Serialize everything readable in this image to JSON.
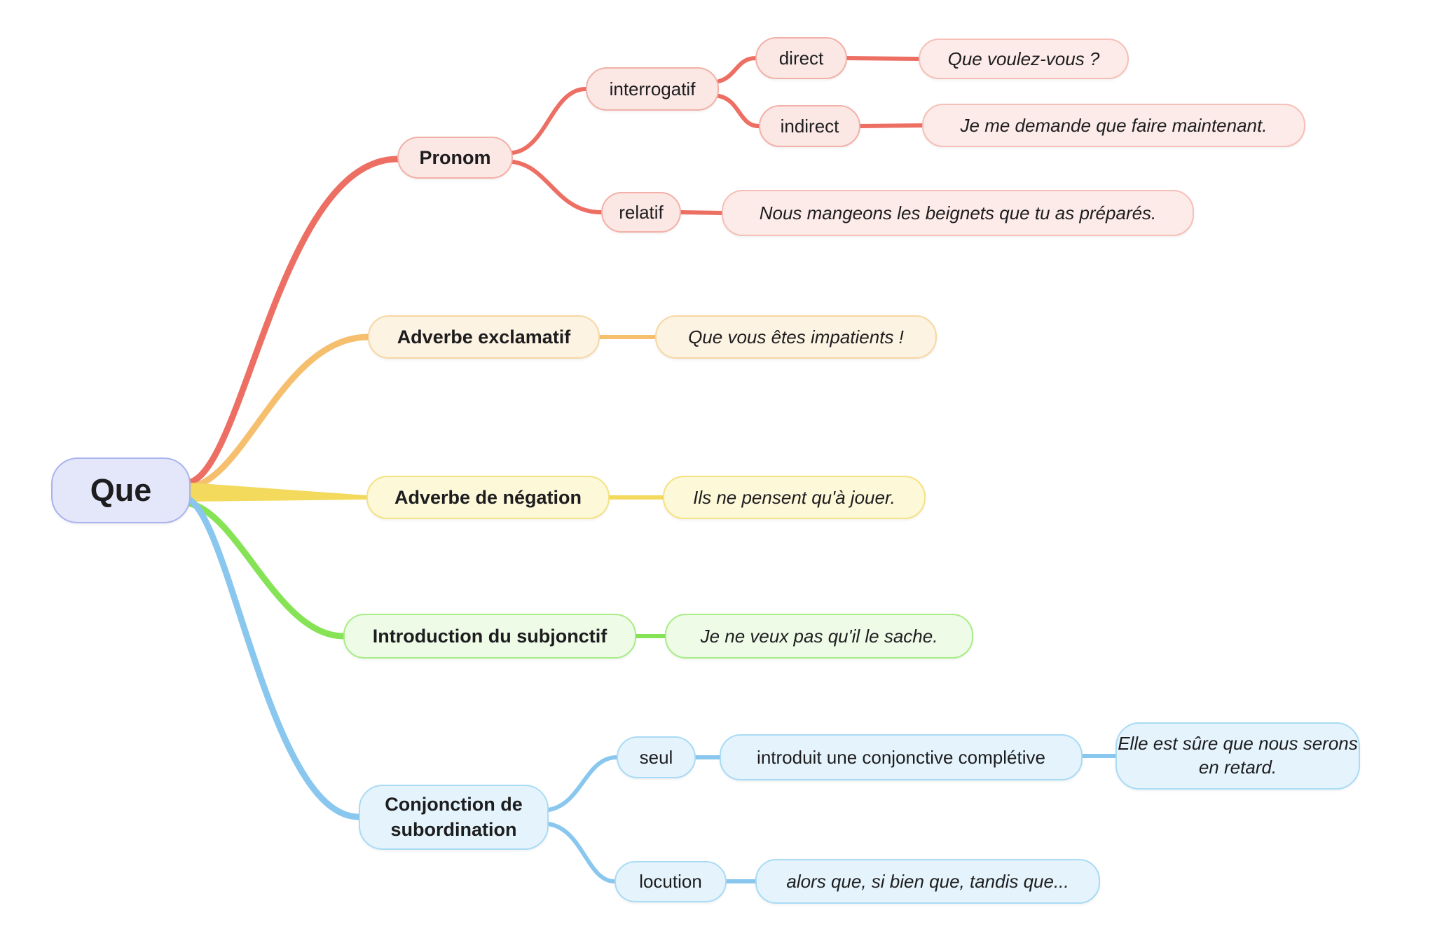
{
  "root": {
    "label": "Que"
  },
  "palette": {
    "red": "#ed6f64",
    "orange": "#f5bf6d",
    "yellow": "#f3d95c",
    "green": "#85e355",
    "blue": "#8ac7ef",
    "root_fill": "#e4e7fa",
    "root_border": "#a9b3ee",
    "pink_fill": "#fbe8e5",
    "orange_fill": "#fdf3e2",
    "yellow_fill": "#fdf8d8",
    "green_fill": "#eefbe7",
    "blue_fill": "#e5f4fc"
  },
  "branches": {
    "pronom": {
      "label": "Pronom",
      "children": {
        "interrogatif": {
          "label": "interrogatif",
          "direct": {
            "label": "direct",
            "example": "Que voulez-vous ?"
          },
          "indirect": {
            "label": "indirect",
            "example": "Je me demande que faire maintenant."
          }
        },
        "relatif": {
          "label": "relatif",
          "example": "Nous mangeons les beignets que tu as préparés."
        }
      }
    },
    "adverbe_exclamatif": {
      "label": "Adverbe exclamatif",
      "example": "Que vous êtes impatients !"
    },
    "adverbe_negation": {
      "label": "Adverbe de négation",
      "example": "Ils ne pensent qu'à jouer."
    },
    "introduction_subjonctif": {
      "label": "Introduction du subjonctif",
      "example": "Je ne veux pas qu'il le sache."
    },
    "conjonction_subordination": {
      "label": "Conjonction de subordination",
      "children": {
        "seul": {
          "label": "seul",
          "detail": "introduit une conjonctive complétive",
          "example": "Elle est sûre que nous serons en retard."
        },
        "locution": {
          "label": "locution",
          "example": "alors que, si bien que, tandis que..."
        }
      }
    }
  }
}
